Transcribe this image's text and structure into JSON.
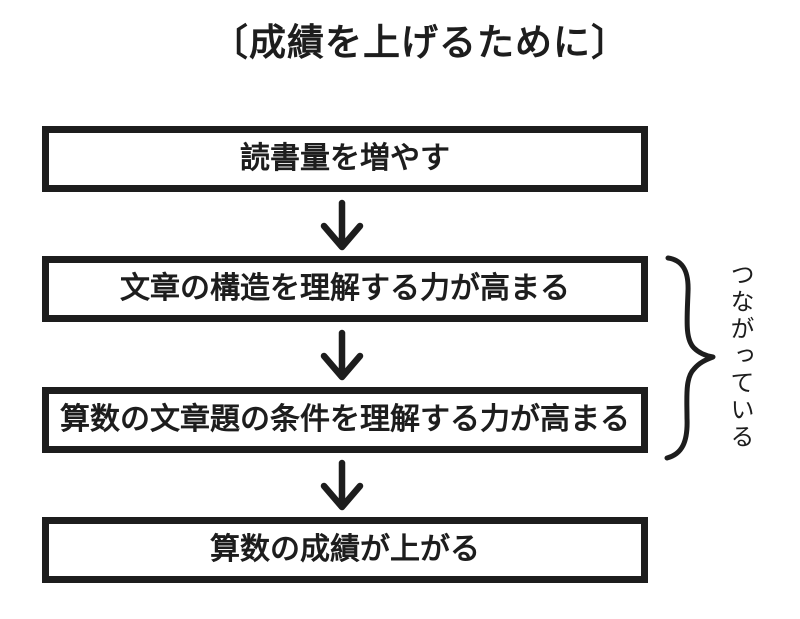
{
  "page": {
    "background_color": "#ffffff",
    "ink_color": "#1d1d1d",
    "type": "flowchart"
  },
  "title": "〔成績を上げるために〕",
  "flow": {
    "boxes": [
      {
        "label": "読書量を増やす"
      },
      {
        "label": "文章の構造を理解する力が高まる"
      },
      {
        "label": "算数の文章題の条件を理解する力が高まる"
      },
      {
        "label": "算数の成績が上がる"
      }
    ],
    "connector": "down-arrow"
  },
  "annotation": {
    "brace_label": "つながっている",
    "brace_side": "right",
    "brace_covers": "文章の構造を理解する力が高まる / 算数の文章題の条件を理解する力が高まる"
  }
}
